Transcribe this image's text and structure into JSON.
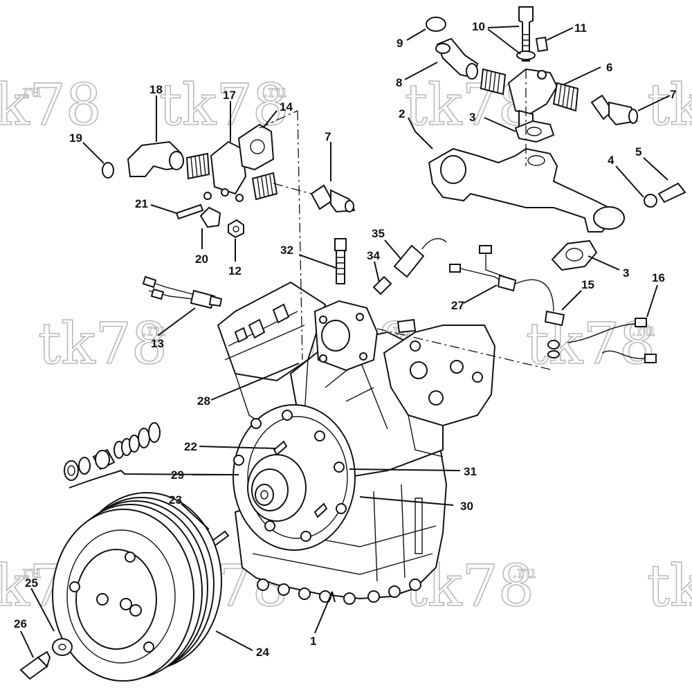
{
  "watermark": {
    "main": "tk78",
    "suffix": ".ru"
  },
  "labels": [
    "1",
    "2",
    "3",
    "3",
    "4",
    "5",
    "6",
    "7",
    "7",
    "8",
    "9",
    "10",
    "11",
    "12",
    "13",
    "14",
    "15",
    "16",
    "17",
    "18",
    "19",
    "20",
    "21",
    "22",
    "23",
    "24",
    "25",
    "26",
    "27",
    "28",
    "29",
    "30",
    "31",
    "32",
    "34",
    "35"
  ],
  "colors": {
    "ink": "#111111",
    "watermark": "#b9b9b9",
    "background": "#ffffff"
  }
}
